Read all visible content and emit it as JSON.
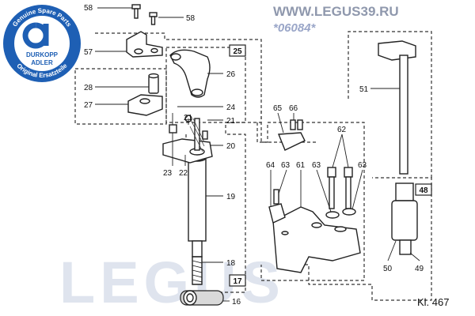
{
  "watermark_url": "WWW.LEGUS39.RU",
  "article_code": "*06084*",
  "watermark_big": "LEGUS",
  "logo": {
    "ring_top": "Genuine Spare Parts",
    "ring_bottom": "Original Ersatzteile",
    "brand_line1": "DURKOPP",
    "brand_line2": "ADLER"
  },
  "sheet_label": "Kl. 467",
  "callouts": {
    "p58a": "58",
    "p58b": "58",
    "p57": "57",
    "p28": "28",
    "p27": "27",
    "p26": "26",
    "p24": "24",
    "p21a": "21",
    "p21b": "21",
    "p20": "20",
    "p23": "23",
    "p22": "22",
    "p19": "19",
    "p18": "18",
    "p16": "16",
    "p65": "65",
    "p66": "66",
    "p62": "62",
    "p64": "64",
    "p63a": "63",
    "p61": "61",
    "p63b": "63",
    "p63c": "63",
    "p51": "51",
    "p50": "50",
    "p49": "49"
  },
  "boxes": {
    "b25": "25",
    "b17": "17",
    "b48": "48"
  },
  "colors": {
    "watermark": "#8f98ad",
    "code": "#9aa6c8",
    "logo": "#1e5fb4",
    "line": "#222222"
  }
}
